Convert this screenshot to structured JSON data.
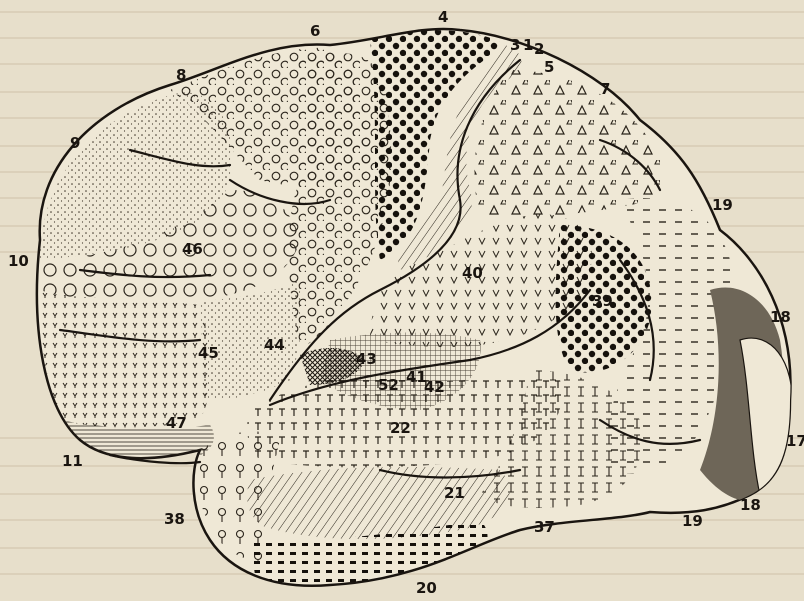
{
  "figure": {
    "area_labels": {
      "a4": "4",
      "a3": "3",
      "a1": "1",
      "a2": "2",
      "a5": "5",
      "a6": "6",
      "a7": "7",
      "a8": "8",
      "a9": "9",
      "a10": "10",
      "a11": "11",
      "a17": "17",
      "a18_top": "18",
      "a18_bottom": "18",
      "a19_top": "19",
      "a19_bottom": "19",
      "a20": "20",
      "a21": "21",
      "a22": "22",
      "a37": "37",
      "a38": "38",
      "a39": "39",
      "a40": "40",
      "a41": "41",
      "a42": "42",
      "a43": "43",
      "a44": "44",
      "a45": "45",
      "a46": "46",
      "a47": "47",
      "a52": "52"
    }
  }
}
